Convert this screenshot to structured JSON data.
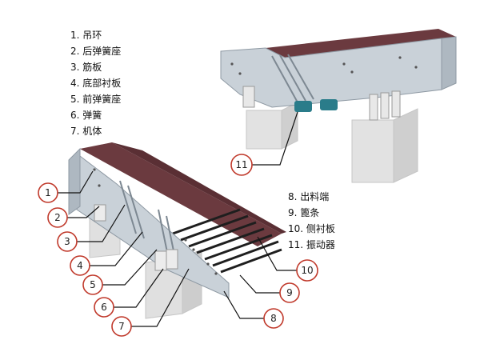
{
  "legend_left": [
    {
      "label": "1. 吊环"
    },
    {
      "label": "2. 后弹簧座"
    },
    {
      "label": "3. 筋板"
    },
    {
      "label": "4. 底部衬板"
    },
    {
      "label": "5. 前弹簧座"
    },
    {
      "label": "6. 弹簧"
    },
    {
      "label": "7. 机体"
    }
  ],
  "legend_right": [
    {
      "label": "8. 出料端"
    },
    {
      "label": "9. 篦条"
    },
    {
      "label": "10. 侧衬板"
    },
    {
      "label": "11. 振动器"
    }
  ],
  "callouts": [
    {
      "number": "1"
    },
    {
      "number": "2"
    },
    {
      "number": "3"
    },
    {
      "number": "4"
    },
    {
      "number": "5"
    },
    {
      "number": "6"
    },
    {
      "number": "7"
    },
    {
      "number": "8"
    },
    {
      "number": "9"
    },
    {
      "number": "10"
    },
    {
      "number": "11"
    }
  ],
  "colors": {
    "liner": "#6b3a3f",
    "steel": "#c9d1d8",
    "steel_dark": "#8e99a3",
    "concrete": "#dcdcdc",
    "grate": "#2d2d2d",
    "callout_circle": "#c0392b",
    "leader": "#111111"
  }
}
